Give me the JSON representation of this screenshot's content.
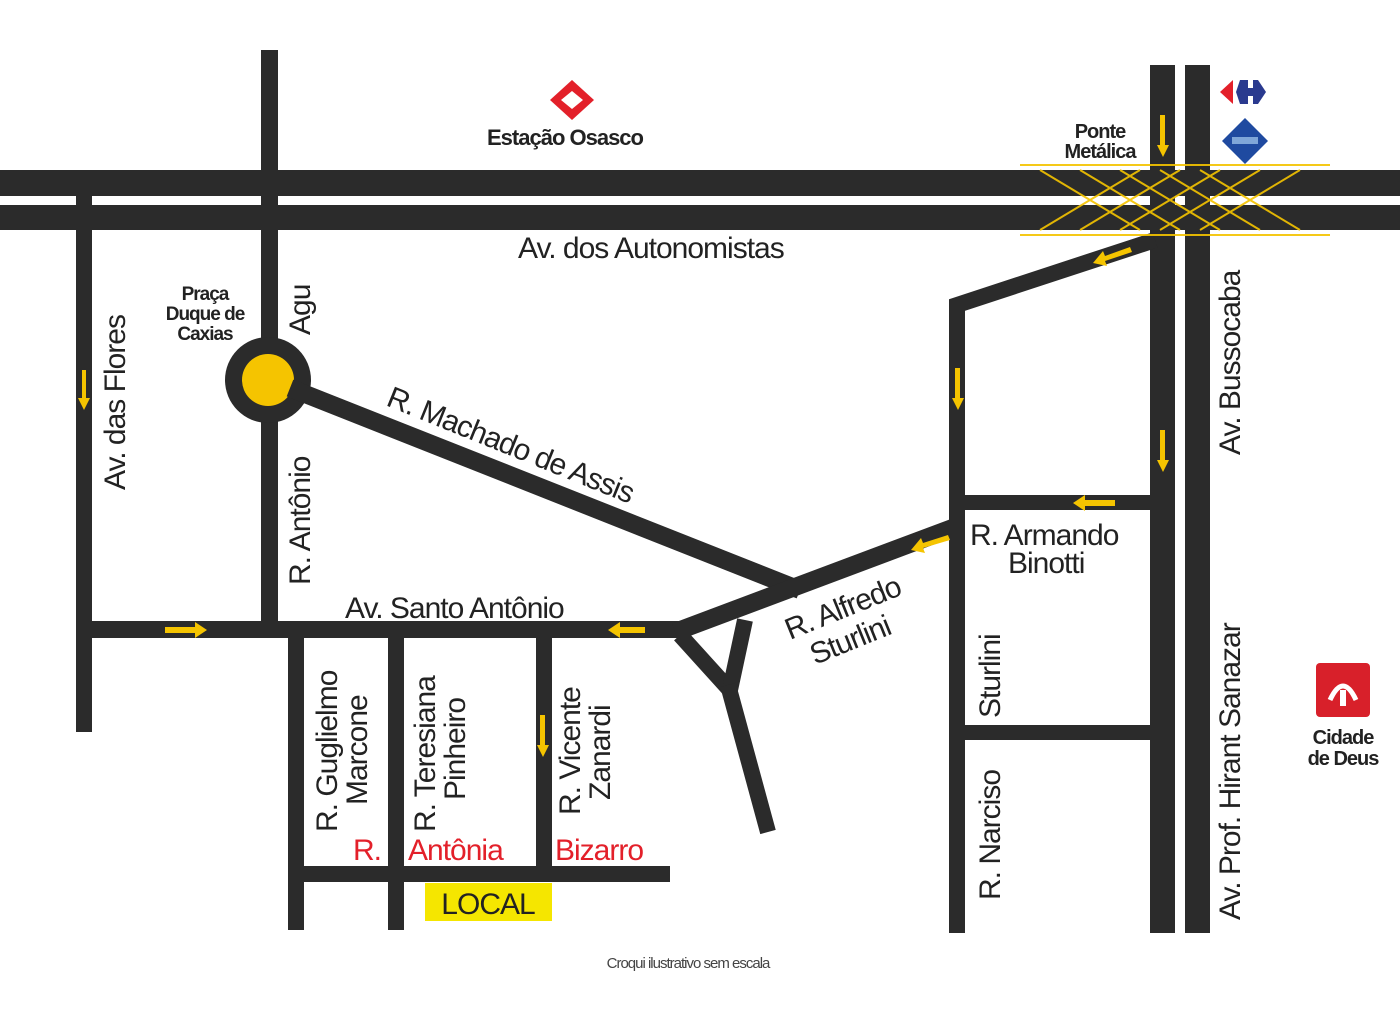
{
  "map": {
    "caption": "Croqui ilustrativo sem escala",
    "landmarks": {
      "station": "Estação Osasco",
      "bridge_line1": "Ponte",
      "bridge_line2": "Metálica",
      "square_line1": "Praça",
      "square_line2": "Duque de",
      "square_line3": "Caxias",
      "bank_line1": "Cidade",
      "bank_line2": "de Deus"
    },
    "streets": {
      "autonomistas": "Av. dos Autonomistas",
      "flores": "Av. das Flores",
      "antonio_agu_1": "R. Antônio",
      "antonio_agu_2": "Agu",
      "machado": "R. Machado de Assis",
      "santo_antonio": "Av. Santo Antônio",
      "alfredo_1": "R. Alfredo",
      "alfredo_2": "Sturlini",
      "armando_1": "R. Armando",
      "armando_2": "Binotti",
      "sturlini": "Sturlini",
      "narciso": "R. Narciso",
      "bussocaba": "Av. Bussocaba",
      "hirant": "Av. Prof. Hirant Sanazar",
      "guglielmo_1": "R. Guglielmo",
      "guglielmo_2": "Marcone",
      "teresiana_1": "R. Teresiana",
      "teresiana_2": "Pinheiro",
      "vicente_1": "R. Vicente",
      "vicente_2": "Zanardi",
      "antonia_r": "R.",
      "antonia_name": "Antônia",
      "antonia_bizarro": "Bizarro"
    },
    "local_label": "LOCAL",
    "colors": {
      "road": "#2b2b2b",
      "accent": "#f5c400",
      "highlight": "#e3202a"
    }
  }
}
